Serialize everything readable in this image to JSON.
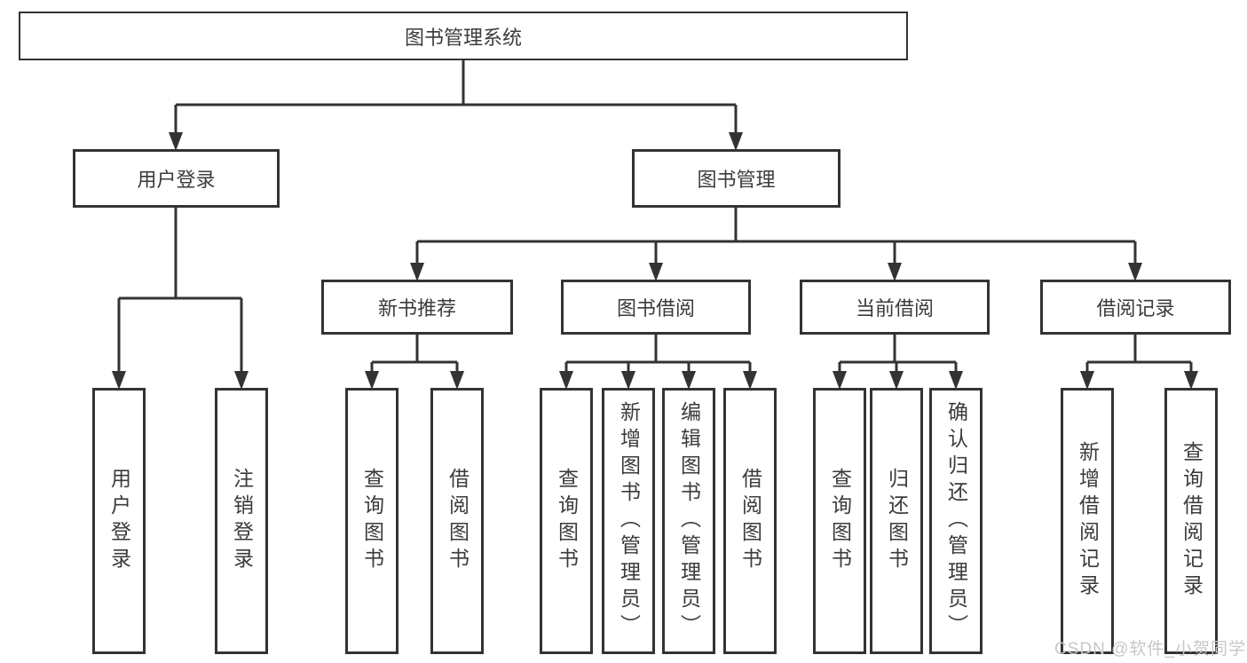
{
  "colors": {
    "line": "#333333",
    "text": "#3b3b3b",
    "background": "#ffffff",
    "watermark": "#c7c7c7"
  },
  "watermark": {
    "text": "CSDN @软件_小贺同学"
  },
  "tree": {
    "label": "图书管理系统",
    "children": [
      {
        "label": "用户登录",
        "children": [
          {
            "label": "用户登录"
          },
          {
            "label": "注销登录"
          }
        ]
      },
      {
        "label": "图书管理",
        "children": [
          {
            "label": "新书推荐",
            "children": [
              {
                "label": "查询图书"
              },
              {
                "label": "借阅图书"
              }
            ]
          },
          {
            "label": "图书借阅",
            "children": [
              {
                "label": "查询图书"
              },
              {
                "label": "新增图书（管理员）"
              },
              {
                "label": "编辑图书（管理员）"
              },
              {
                "label": "借阅图书"
              }
            ]
          },
          {
            "label": "当前借阅",
            "children": [
              {
                "label": "查询图书"
              },
              {
                "label": "归还图书"
              },
              {
                "label": "确认归还（管理员）"
              }
            ]
          },
          {
            "label": "借阅记录",
            "children": [
              {
                "label": "新增借阅记录"
              },
              {
                "label": "查询借阅记录"
              }
            ]
          }
        ]
      }
    ]
  }
}
